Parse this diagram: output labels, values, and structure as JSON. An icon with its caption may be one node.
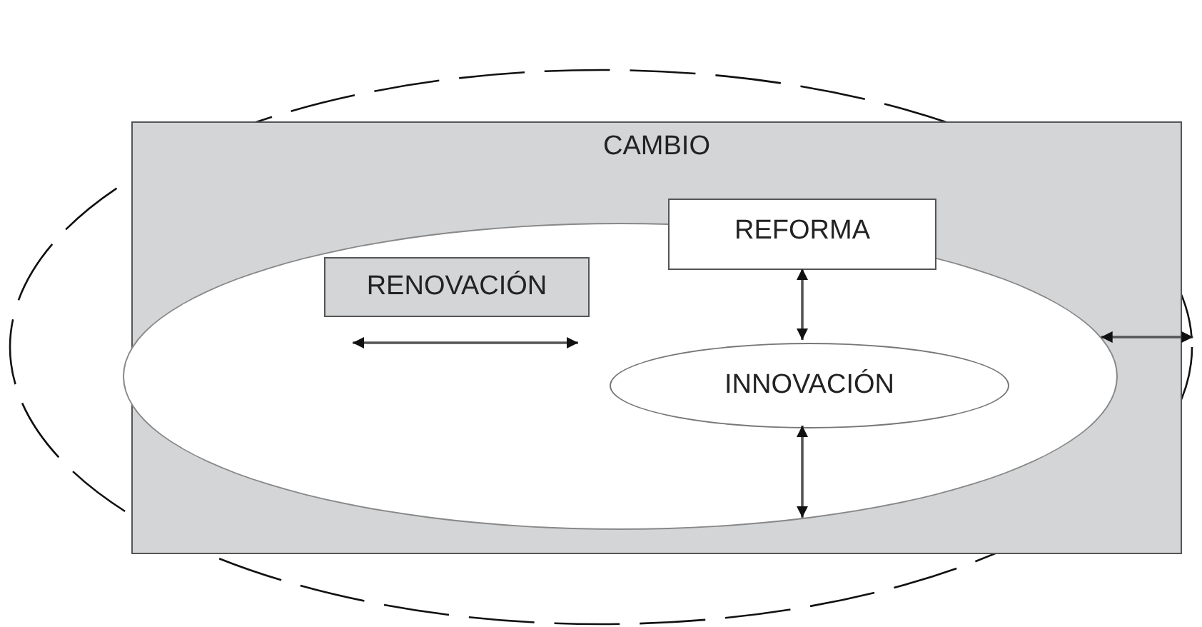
{
  "diagram": {
    "nodes": [
      {
        "text": [],
        "shape": "ellipse"
      },
      {
        "text": [
          "CAMBIO"
        ],
        "in": 0
      },
      {
        "text": [],
        "shape": "ellipse",
        "in": 1
      },
      {
        "text": [
          "RENOVACIÓN"
        ],
        "in": 2
      },
      {
        "text": [
          "REFORMA"
        ],
        "in": 1
      },
      {
        "text": [
          "INNOVACIÓN"
        ],
        "in": 2
      }
    ],
    "edges": [
      {
        "from": 4,
        "to": 5,
        "arrow": "both"
      },
      {
        "from": 5,
        "to": 2,
        "arrow": "both"
      },
      {
        "from": 2,
        "to": 0,
        "arrow": "both"
      }
    ]
  }
}
